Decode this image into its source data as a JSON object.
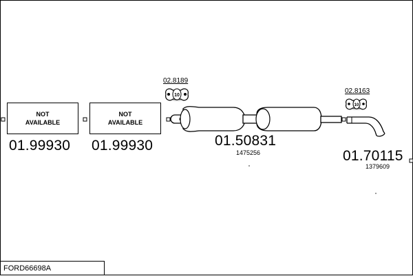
{
  "document_id": "FORD66698A",
  "parts": [
    {
      "part_number": "01.99930",
      "status_line1": "NOT",
      "status_line2": "AVAILABLE"
    },
    {
      "part_number": "01.99930",
      "status_line1": "NOT",
      "status_line2": "AVAILABLE"
    },
    {
      "part_number": "01.50831",
      "oe_number": "1475256"
    },
    {
      "part_number": "01.70115",
      "oe_number": "1379609"
    }
  ],
  "accessories": [
    {
      "part_number": "02.8189",
      "badge_count": "10"
    },
    {
      "part_number": "02.8163",
      "badge_count": "10"
    }
  ],
  "colors": {
    "line": "#000000",
    "fill": "#ffffff",
    "shadow": "#cfcfcf"
  }
}
